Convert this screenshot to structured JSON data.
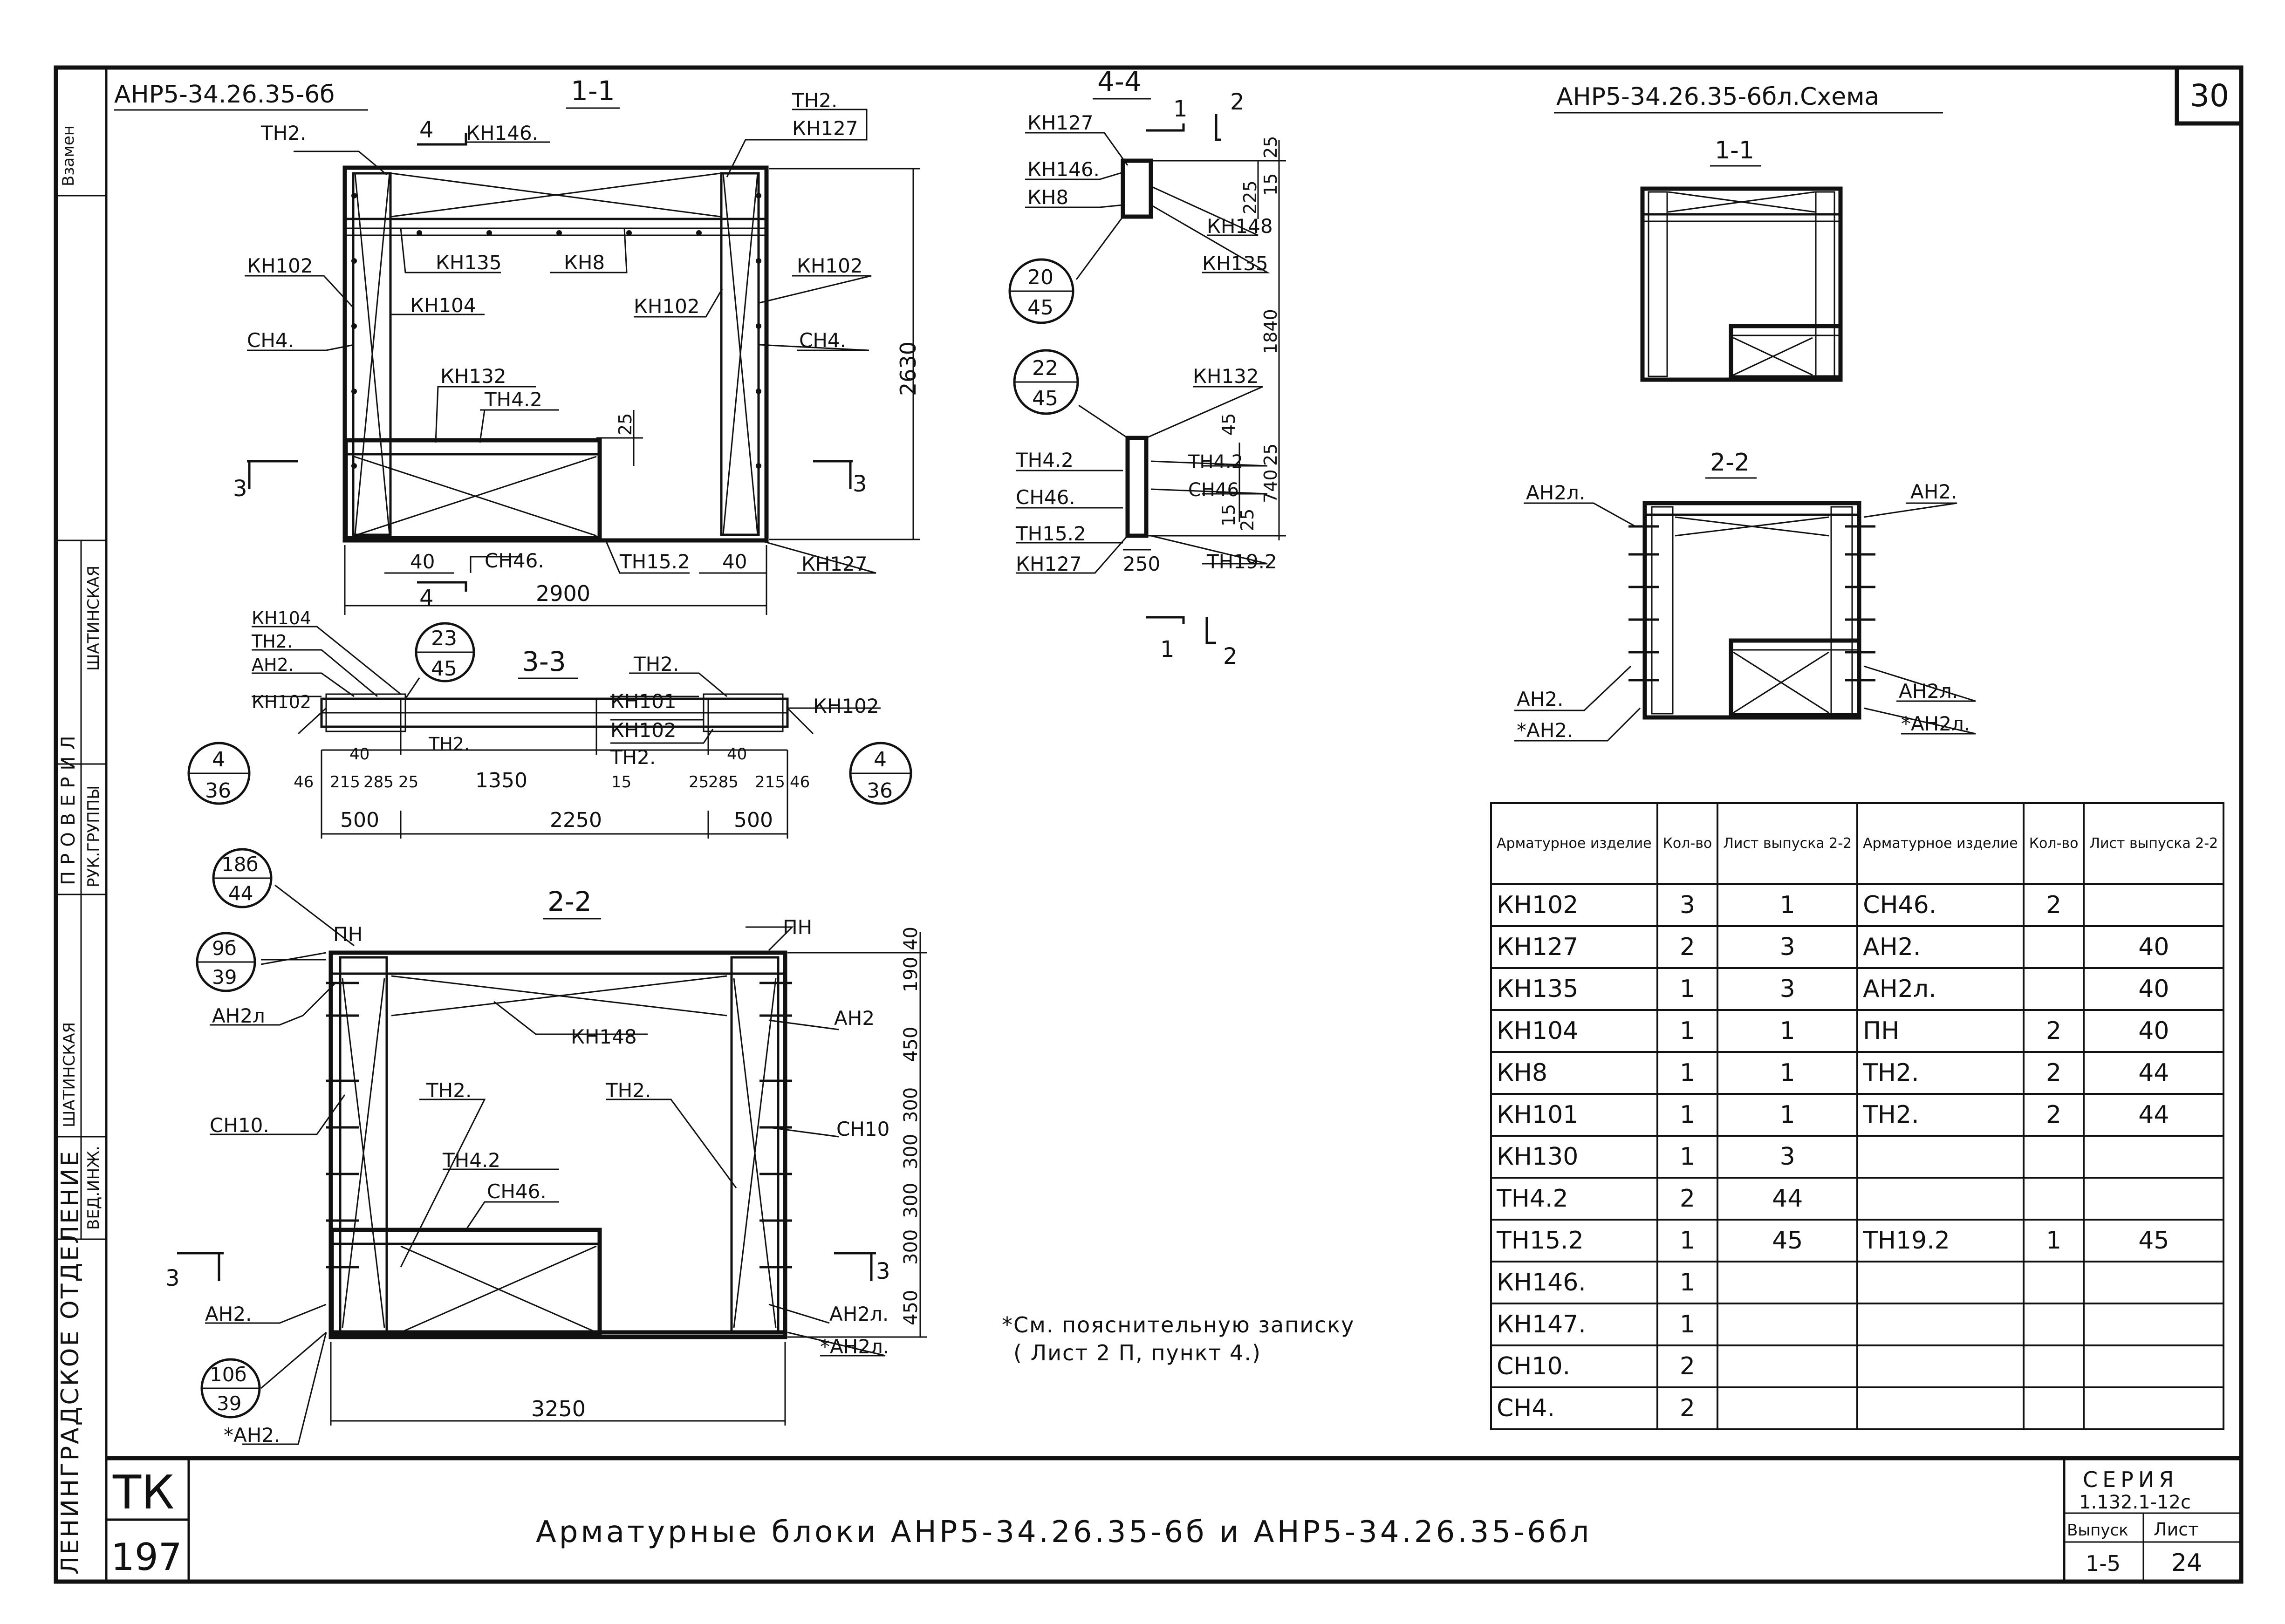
{
  "sheet": {
    "number": "30",
    "stamp_code": "ТК",
    "stamp_number": "197",
    "title": "Арматурные блоки АНР5-34.26.35-6б и АНР5-34.26.35-6бл",
    "series_label": "СЕРИЯ",
    "series_value": "1.132.1-12с",
    "issue_label": "Выпуск",
    "issue_value": "1-5",
    "list_label": "Лист",
    "list_value": "24"
  },
  "side_stamp": {
    "zamen": "Взамен",
    "checked": "ПРОВЕРИЛ",
    "group_head": "РУК.ГРУППЫ",
    "group_head_name": "ШАТИНСКАЯ",
    "lead_engineer": "ВЕД.ИНЖ.",
    "lead_engineer_name": "ШАТИНСКАЯ",
    "department": "ЛЕНИНГРАДСКОЕ ОТДЕЛЕНИЕ"
  },
  "left_block": {
    "code": "АНР5-34.26.35-6б",
    "section_1_1": "1-1",
    "section_2_2": "2-2",
    "section_3_3": "3-3",
    "marks": [
      "ТН2.",
      "КН146.",
      "ТН2.",
      "КН127",
      "КН102",
      "КН135",
      "КН8",
      "КН102",
      "КН104",
      "КН102",
      "СН4.",
      "СН4.",
      "КН132",
      "ТН4.2",
      "СН46.",
      "ТН15.2",
      "КН127"
    ],
    "cut_marks": [
      "4",
      "4",
      "3",
      "3"
    ],
    "dims_1_1": [
      "25",
      "2630",
      "40",
      "40",
      "2900"
    ],
    "marks_3_3": [
      "КН104",
      "ТН2.",
      "АН2.",
      "КН102",
      "ТН2.",
      "ТН2.",
      "КН101",
      "КН102",
      "ТН2.",
      "КН102"
    ],
    "dims_3_3": [
      "46",
      "215",
      "40",
      "285",
      "25",
      "1350",
      "15",
      "25",
      "285",
      "40",
      "215",
      "46",
      "500",
      "2250",
      "500"
    ],
    "callouts": [
      {
        "top": "23",
        "bottom": "45"
      },
      {
        "top": "4",
        "bottom": "36"
      },
      {
        "top": "4",
        "bottom": "36"
      },
      {
        "top": "18б",
        "bottom": "44"
      },
      {
        "top": "9б",
        "bottom": "39"
      },
      {
        "top": "10б",
        "bottom": "39"
      }
    ],
    "marks_2_2": [
      "ПН",
      "ПН",
      "АН2л",
      "КН148",
      "АН2",
      "ТН2.",
      "ТН2.",
      "СН10.",
      "СН10",
      "ТН4.2",
      "СН46.",
      "АН2.",
      "АН2л.",
      "*АН2л.",
      "*АН2."
    ],
    "dims_2_2": [
      "40",
      "190",
      "450",
      "300",
      "300",
      "300",
      "300",
      "450",
      "3250"
    ]
  },
  "section_4_4": {
    "title": "4-4",
    "cut_marks": [
      "1",
      "2",
      "1",
      "2"
    ],
    "marks": [
      "КН127",
      "КН146.",
      "КН8",
      "КН148",
      "КН135",
      "КН132",
      "ТН4.2",
      "ТН4.2",
      "СН46.",
      "СН46",
      "ТН15.2",
      "КН127",
      "ТН19.2"
    ],
    "dims": [
      "25",
      "225",
      "15",
      "1840",
      "45",
      "25",
      "740",
      "15",
      "25",
      "250"
    ],
    "callouts": [
      {
        "top": "20",
        "bottom": "45"
      },
      {
        "top": "22",
        "bottom": "45"
      }
    ]
  },
  "note": {
    "line1": "*См. пояснительную записку",
    "line2": "( Лист 2 П,   пункт 4.)"
  },
  "scheme": {
    "title": "АНР5-34.26.35-6бл.Схема",
    "section_1_1": "1-1",
    "section_2_2": "2-2",
    "marks": [
      "АН2л.",
      "АН2.",
      "АН2.",
      "*АН2.",
      "АН2л.",
      "*АН2л."
    ]
  },
  "schedule": {
    "headers": [
      "Арматурное изделие",
      "Кол-во",
      "Лист выпуска 2-2",
      "Арматурное изделие",
      "Кол-во",
      "Лист выпуска 2-2"
    ],
    "rows": [
      [
        "КН102",
        "3",
        "1",
        "СН46.",
        "2",
        ""
      ],
      [
        "КН127",
        "2",
        "3",
        "АН2.",
        "",
        "40"
      ],
      [
        "КН135",
        "1",
        "3",
        "АН2л.",
        "",
        "40"
      ],
      [
        "КН104",
        "1",
        "1",
        "ПН",
        "2",
        "40"
      ],
      [
        "КН8",
        "1",
        "1",
        "ТН2.",
        "2",
        "44"
      ],
      [
        "КН101",
        "1",
        "1",
        "ТН2.",
        "2",
        "44"
      ],
      [
        "КН130",
        "1",
        "3",
        "",
        "",
        ""
      ],
      [
        "ТН4.2",
        "2",
        "44",
        "",
        "",
        ""
      ],
      [
        "ТН15.2",
        "1",
        "45",
        "ТН19.2",
        "1",
        "45"
      ],
      [
        "КН146.",
        "1",
        "",
        "",
        "",
        ""
      ],
      [
        "КН147.",
        "1",
        "",
        "",
        "",
        ""
      ],
      [
        "СН10.",
        "2",
        "",
        "",
        "",
        ""
      ],
      [
        "СН4.",
        "2",
        "",
        "",
        "",
        ""
      ]
    ]
  }
}
